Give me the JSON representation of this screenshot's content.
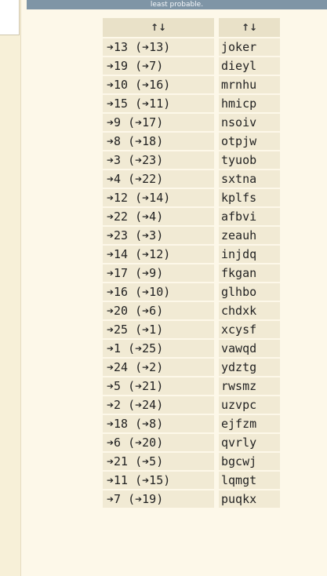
{
  "banner": {
    "text": "least probable."
  },
  "table": {
    "headers": [
      "↑↓",
      "↑↓"
    ],
    "rows": [
      {
        "pos": "➔13 (➔13)",
        "word": "joker"
      },
      {
        "pos": "➔19 (➔7)",
        "word": "dieyl"
      },
      {
        "pos": "➔10 (➔16)",
        "word": "mrnhu"
      },
      {
        "pos": "➔15 (➔11)",
        "word": "hmicp"
      },
      {
        "pos": "➔9 (➔17)",
        "word": "nsoiv"
      },
      {
        "pos": "➔8 (➔18)",
        "word": "otpjw"
      },
      {
        "pos": "➔3 (➔23)",
        "word": "tyuob"
      },
      {
        "pos": "➔4 (➔22)",
        "word": "sxtna"
      },
      {
        "pos": "➔12 (➔14)",
        "word": "kplfs"
      },
      {
        "pos": "➔22 (➔4)",
        "word": "afbvi"
      },
      {
        "pos": "➔23 (➔3)",
        "word": "zeauh"
      },
      {
        "pos": "➔14 (➔12)",
        "word": "injdq"
      },
      {
        "pos": "➔17 (➔9)",
        "word": "fkgan"
      },
      {
        "pos": "➔16 (➔10)",
        "word": "glhbo"
      },
      {
        "pos": "➔20 (➔6)",
        "word": "chdxk"
      },
      {
        "pos": "➔25 (➔1)",
        "word": "xcysf"
      },
      {
        "pos": "➔1 (➔25)",
        "word": "vawqd"
      },
      {
        "pos": "➔24 (➔2)",
        "word": "ydztg"
      },
      {
        "pos": "➔5 (➔21)",
        "word": "rwsmz"
      },
      {
        "pos": "➔2 (➔24)",
        "word": "uzvpc"
      },
      {
        "pos": "➔18 (➔8)",
        "word": "ejfzm"
      },
      {
        "pos": "➔6 (➔20)",
        "word": "qvrly"
      },
      {
        "pos": "➔21 (➔5)",
        "word": "bgcwj"
      },
      {
        "pos": "➔11 (➔15)",
        "word": "lqmgt"
      },
      {
        "pos": "➔7 (➔19)",
        "word": "puqkx"
      }
    ]
  }
}
